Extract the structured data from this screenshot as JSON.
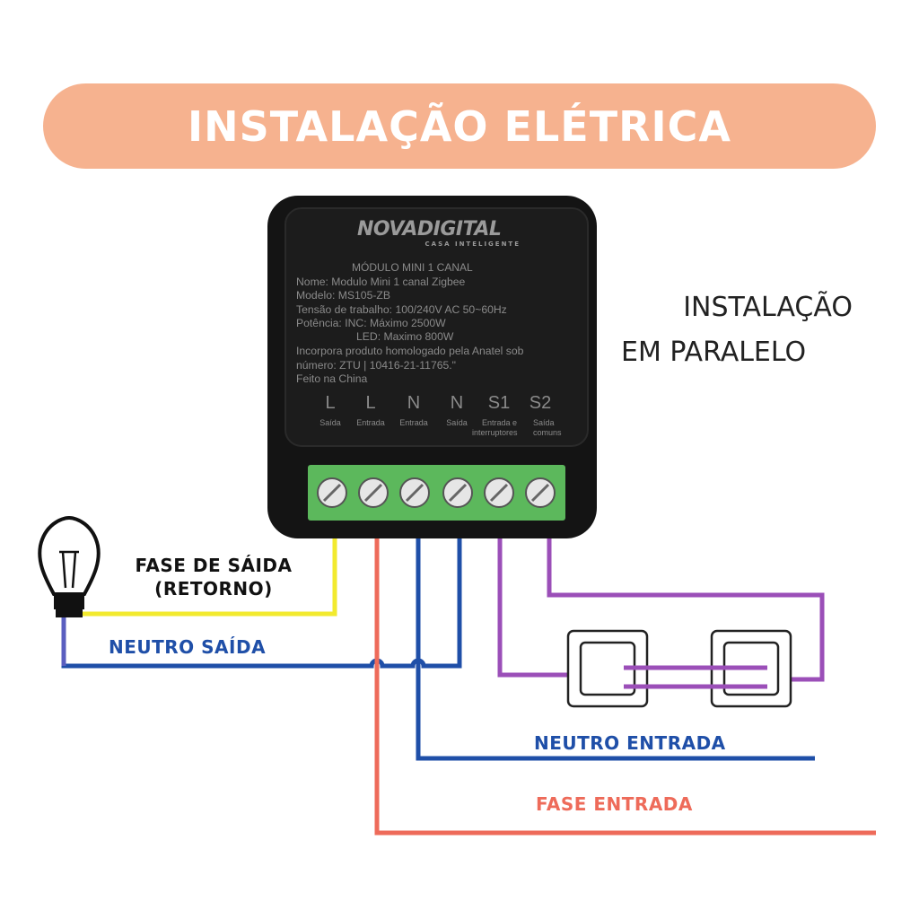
{
  "title": "INSTALAÇÃO ELÉTRICA",
  "side_label": {
    "line1": "INSTALAÇÃO",
    "line2": "EM PARALELO"
  },
  "device": {
    "brand": "NOVADIGITAL",
    "brand_sub": "CASA INTELIGENTE",
    "heading": "MÓDULO MINI 1 CANAL",
    "lines": [
      "Nome: Modulo Mini 1 canal Zigbee",
      "Modelo: MS105-ZB",
      "Tensão de trabalho: 100/240V AC 50~60Hz",
      "Potência: INC: Máximo 2500W",
      "LED: Maximo 800W",
      "Incorpora produto homologado pela Anatel sob",
      "número: ZTU | 10416-21-11765.\"",
      "Feito na China"
    ],
    "terminals": [
      {
        "code": "L",
        "desc": "Saída"
      },
      {
        "code": "L",
        "desc": "Entrada"
      },
      {
        "code": "N",
        "desc": "Entrada"
      },
      {
        "code": "N",
        "desc": "Saída"
      },
      {
        "code": "S1",
        "desc": "Entrada e interruptores"
      },
      {
        "code": "S2",
        "desc": "Saída comuns"
      }
    ],
    "desc_s1_a": "Entrada e",
    "desc_s1_b": "interruptores",
    "desc_s2_a": "Saída",
    "desc_s2_b": "comuns"
  },
  "wires": {
    "fase_saida": {
      "label1": "FASE DE SÁIDA",
      "label2": "(RETORNO)",
      "color": "#f2ea2e"
    },
    "neutro_saida": {
      "label": "NEUTRO SAÍDA",
      "color": "#1f4fa8"
    },
    "neutro_entrada": {
      "label": "NEUTRO ENTRADA",
      "color": "#1f4fa8"
    },
    "fase_entrada": {
      "label": "FASE ENTRADA",
      "color": "#ee6b5a"
    },
    "switch_color": "#9b4fb8"
  },
  "colors": {
    "header": "#f6b28f",
    "device": "#141414",
    "terminal_block": "#5cb85c"
  }
}
